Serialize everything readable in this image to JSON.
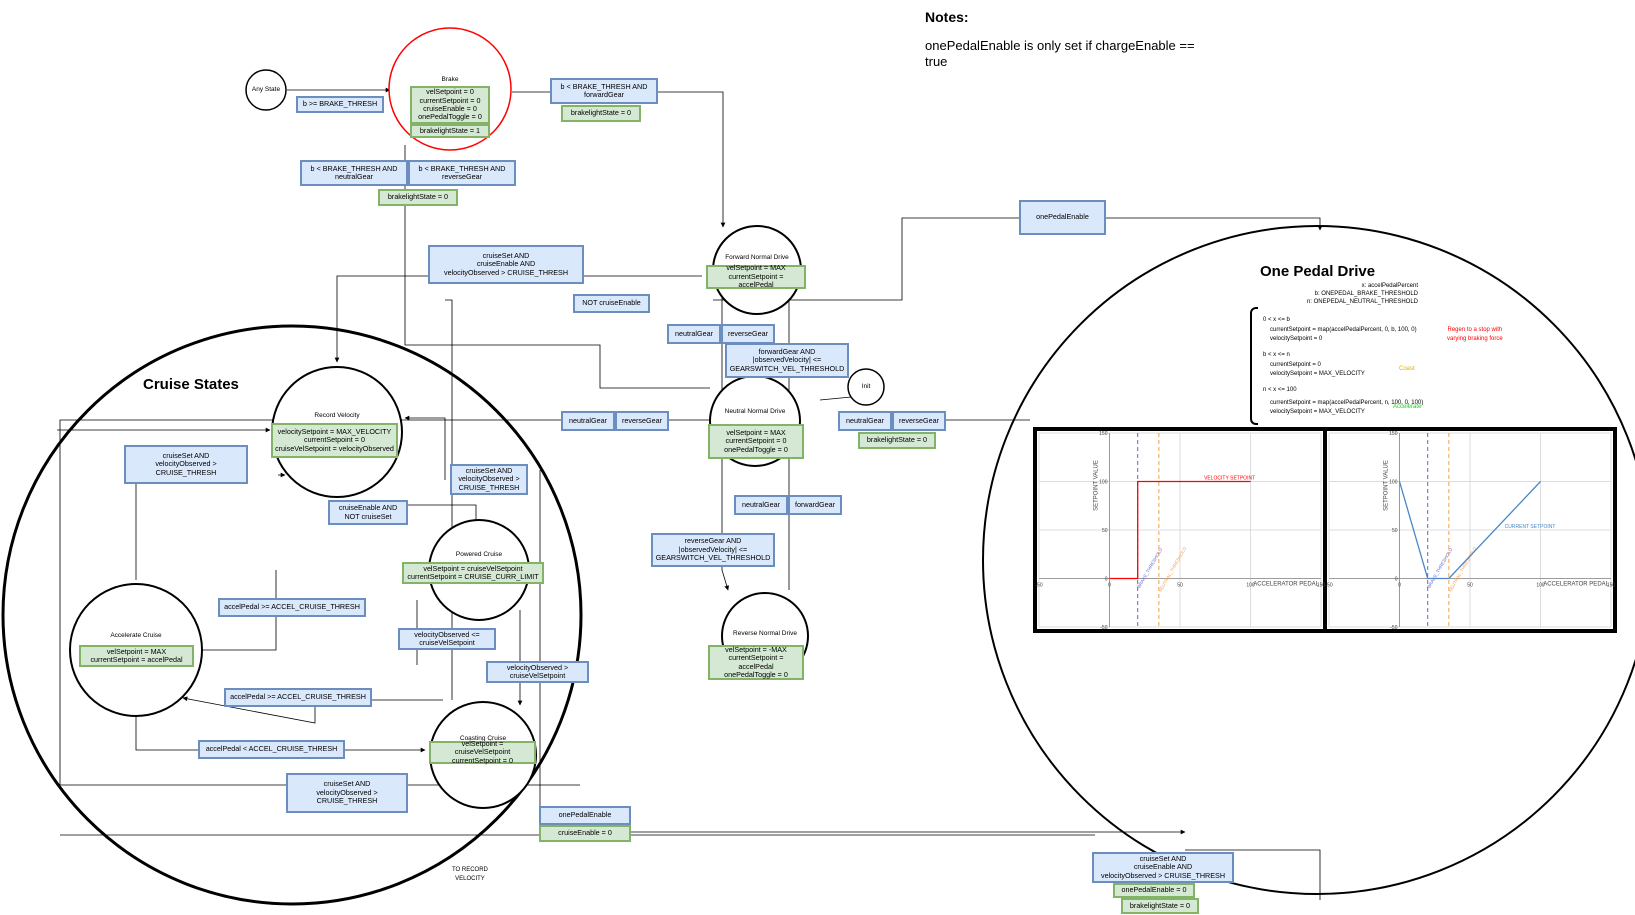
{
  "notes": {
    "heading": "Notes:",
    "text": "onePedalEnable is only set if chargeEnable == true"
  },
  "states": {
    "any_state": "Any State",
    "init": "Init",
    "brake": "Brake",
    "forward": "Forward Normal Drive",
    "neutral": "Neutral Normal Drive",
    "reverse": "Reverse Normal Drive",
    "record": "Record Velocity",
    "powered": "Powered Cruise",
    "accelerate": "Accelerate Cruise",
    "coasting": "Coasting Cruise"
  },
  "groups": {
    "cruise_title": "Cruise States",
    "one_pedal_title": "One Pedal Drive"
  },
  "actions": {
    "brake": "velSetpoint = 0\ncurrentSetpoint = 0\ncruiseEnable = 0\nonePedalToggle = 0",
    "brake_light": "brakelightState = 1",
    "forward": "velSetpoint = MAX\ncurrentSetpoint = accelPedal",
    "neutral": "velSetpoint = MAX\ncurrentSetpoint = 0\nonePedalToggle = 0",
    "reverse": "velSetpoint = -MAX\ncurrentSetpoint = accelPedal\nonePedalToggle = 0",
    "record": "velocitySetpoint = MAX_VELOCITY\ncurrentSetpoint = 0\ncruiseVelSetpoint = velocityObserved",
    "powered": "velSetpoint = cruiseVelSetpoint\ncurrentSetpoint = CRUISE_CURR_LIMIT",
    "accelerate": "velSetpoint = MAX\ncurrentSetpoint = accelPedal",
    "coasting": "velSetpoint = cruiseVelSetpoint\ncurrentSetpoint = 0"
  },
  "conditions": {
    "b_ge_thresh": "b >= BRAKE_THRESH",
    "b_lt_forward": "b < BRAKE_THRESH AND\nforwardGear",
    "b_lt_neutral": "b < BRAKE_THRESH AND\nneutralGear",
    "b_lt_reverse": "b < BRAKE_THRESH AND\nreverseGear",
    "brakelight_0": "brakelightState = 0",
    "one_pedal_enable": "onePedalEnable",
    "cruise_set_enable": "cruiseSet AND\ncruiseEnable AND\nvelocityObserved > CRUISE_THRESH",
    "not_cruise_enable": "NOT cruiseEnable",
    "neutral_gear": "neutralGear",
    "reverse_gear": "reverseGear",
    "forward_gear": "forwardGear",
    "fwd_gearswitch": "forwardGear AND\n|observedVelocity| <=\nGEARSWITCH_VEL_THRESHOLD",
    "rev_gearswitch": "reverseGear AND\n|observedVelocity| <=\nGEARSWITCH_VEL_THRESHOLD",
    "cruise_set_vel": "cruiseSet AND\nvelocityObserved >\nCRUISE_THRESH",
    "cruise_enable_not_set": "cruiseEnable AND\nNOT cruiseSet",
    "accel_ge": "accelPedal >= ACCEL_CRUISE_THRESH",
    "accel_lt": "accelPedal < ACCEL_CRUISE_THRESH",
    "vel_le": "velocityObserved <=\ncruiseVelSetpoint",
    "vel_gt": "velocityObserved >\ncruiseVelSetpoint",
    "cruise_enable_0": "cruiseEnable = 0",
    "one_pedal_enable_0": "onePedalEnable = 0",
    "to_record": "TO RECORD\nVELOCITY"
  },
  "one_pedal": {
    "legend": "x: accelPedalPercent\nb: ONEPEDAL_BRAKE_THRESHOLD\nn: ONEPEDAL_NEUTRAL_THRESHOLD",
    "cases": [
      {
        "cond": "0 < x <= b",
        "lines": "currentSetpoint = map(accelPedalPercent, 0, b, 100, 0)\nvelocitySetpoint = 0",
        "tag": "Regen to a stop with\nvarying braking force",
        "color": "#ff0000"
      },
      {
        "cond": "b < x <= n",
        "lines": "currentSetpoint = 0\nvelocitySetpoint = MAX_VELOCITY",
        "tag": "Coast",
        "color": "#d6b500"
      },
      {
        "cond": "n < x <= 100",
        "lines": "currentSetpoint = map(accelPedalPercent, n, 100, 0, 100)\nvelocitySetpoint = MAX_VELOCITY",
        "tag": "Accelerate",
        "color": "#22cc22"
      }
    ]
  },
  "chart_data": [
    {
      "type": "line",
      "xlabel": "ACCELERATOR PEDAL",
      "ylabel": "SETPOINT VALUE",
      "xlim": [
        -50,
        150
      ],
      "ylim": [
        -50,
        150
      ],
      "x_ticks": [
        "-50",
        "0",
        "50",
        "100",
        "150"
      ],
      "y_ticks": [
        "150",
        "100",
        "50",
        "0",
        "-50"
      ],
      "grid": true,
      "series": [
        {
          "name": "VELOCITY SETPOINT",
          "color": "#ff0000",
          "points": [
            [
              0,
              0
            ],
            [
              20,
              0
            ],
            [
              20,
              100
            ],
            [
              100,
              100
            ]
          ]
        }
      ],
      "threshold_lines": [
        {
          "name": "BRAKE_THRESHOLD",
          "x": 20,
          "color": "#6666cc"
        },
        {
          "name": "NEUTRAL_THRESHOLD",
          "x": 35,
          "color": "#f0a050"
        }
      ]
    },
    {
      "type": "line",
      "xlabel": "ACCELERATOR PEDAL",
      "ylabel": "SETPOINT VALUE",
      "xlim": [
        -50,
        150
      ],
      "ylim": [
        -50,
        150
      ],
      "x_ticks": [
        "-50",
        "0",
        "50",
        "100",
        "150"
      ],
      "y_ticks": [
        "150",
        "100",
        "50",
        "0",
        "-50"
      ],
      "grid": true,
      "series": [
        {
          "name": "CURRENT SETPOINT",
          "color": "#4a86c8",
          "points": [
            [
              0,
              100
            ],
            [
              20,
              0
            ],
            [
              35,
              0
            ],
            [
              100,
              100
            ]
          ]
        }
      ],
      "threshold_lines": [
        {
          "name": "BRAKE_THRESHOLD",
          "x": 20,
          "color": "#6666cc"
        },
        {
          "name": "NEUTRAL_THRESHOLD",
          "x": 35,
          "color": "#f0a050"
        }
      ]
    }
  ]
}
